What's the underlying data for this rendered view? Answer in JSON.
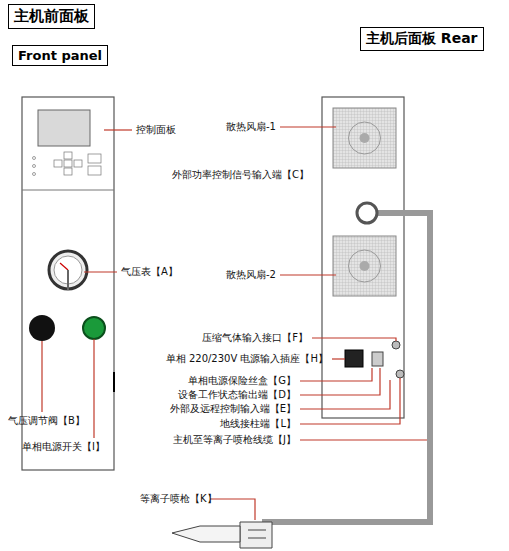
{
  "diagram": {
    "nodes": [
      {
        "text": [
          "主机前面板"
        ]
      },
      {
        "text": [
          "Front panel"
        ]
      },
      {
        "text": [
          "主机后面板 Rear"
        ]
      }
    ],
    "labels": [
      "控制面板",
      "气压表【A】",
      "气压调节阀【B】",
      "单相电源开关【I】",
      "散热风扇-1",
      "外部功率控制信号输入端【C】",
      "散热风扇-2",
      "压缩气体输入接口【F】",
      "单相 220/230V 电源输入插座【H】",
      "单相电源保险丝盒【G】",
      "设备工作状态输出端【D】",
      "外部及远程控制输入端【E】",
      "地线接柱端【L】",
      "主机至等离子喷枪线缆【J】",
      "等离子喷枪【K】"
    ]
  }
}
